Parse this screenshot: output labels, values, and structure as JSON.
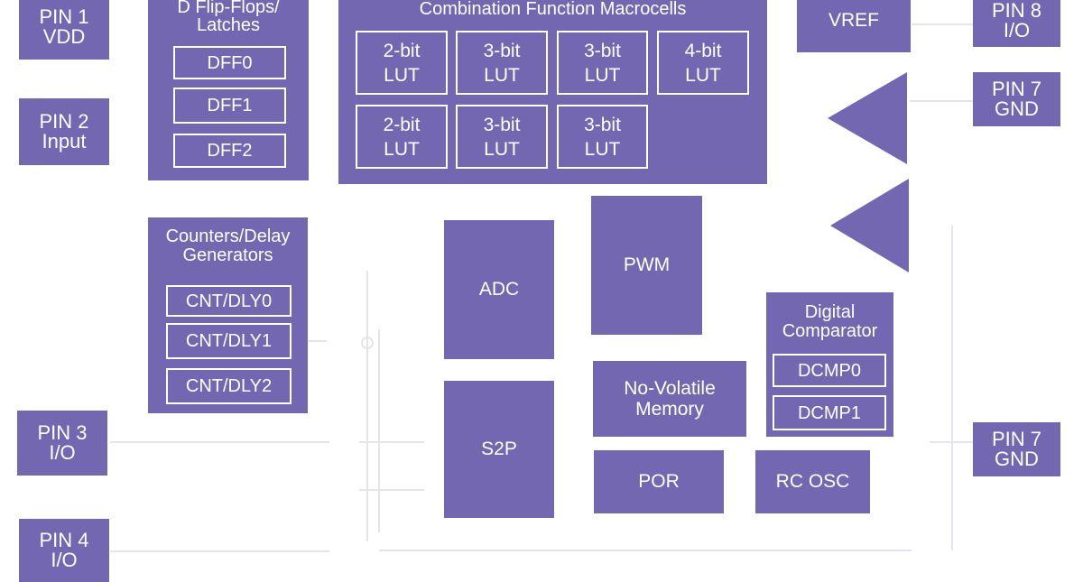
{
  "pins": {
    "pin1": {
      "line1": "PIN 1",
      "line2": "VDD"
    },
    "pin2": {
      "line1": "PIN 2",
      "line2": "Input"
    },
    "pin3": {
      "line1": "PIN 3",
      "line2": "I/O"
    },
    "pin4": {
      "line1": "PIN 4",
      "line2": "I/O"
    },
    "pin8": {
      "line1": "PIN 8",
      "line2": "I/O"
    },
    "pin7_top": {
      "line1": "PIN 7",
      "line2": "GND"
    },
    "pin7_bottom": {
      "line1": "PIN 7",
      "line2": "GND"
    }
  },
  "dff_block": {
    "title_line1": "D Flip-Flops/",
    "title_line2": "Latches",
    "cells": [
      "DFF0",
      "DFF1",
      "DFF2"
    ]
  },
  "cnt_block": {
    "title_line1": "Counters/Delay",
    "title_line2": "Generators",
    "cells": [
      "CNT/DLY0",
      "CNT/DLY1",
      "CNT/DLY2"
    ]
  },
  "cfm_block": {
    "title": "Combination Function Macrocells",
    "luts": [
      {
        "bits": "2-bit",
        "lut": "LUT"
      },
      {
        "bits": "3-bit",
        "lut": "LUT"
      },
      {
        "bits": "3-bit",
        "lut": "LUT"
      },
      {
        "bits": "4-bit",
        "lut": "LUT"
      },
      {
        "bits": "2-bit",
        "lut": "LUT"
      },
      {
        "bits": "3-bit",
        "lut": "LUT"
      },
      {
        "bits": "3-bit",
        "lut": "LUT"
      }
    ]
  },
  "vref": "VREF",
  "adc": "ADC",
  "pwm": "PWM",
  "s2p": "S2P",
  "nvm": {
    "line1": "No-Volatile",
    "line2": "Memory"
  },
  "por": "POR",
  "rcosc": "RC OSC",
  "dcmp_block": {
    "title_line1": "Digital",
    "title_line2": "Comparator",
    "cells": [
      "DCMP0",
      "DCMP1"
    ]
  },
  "colors": {
    "block": "#7367b2",
    "wire": "#e4e4ec"
  }
}
